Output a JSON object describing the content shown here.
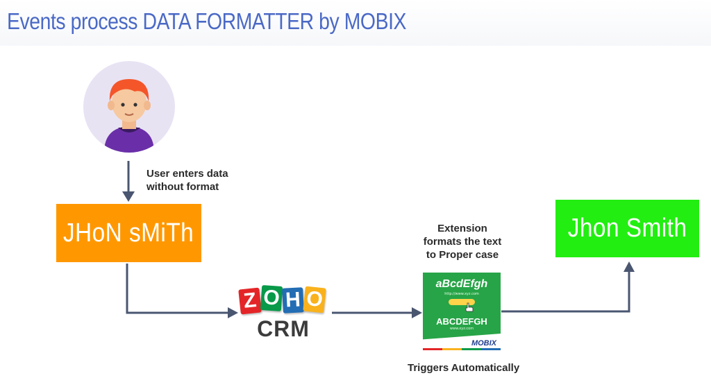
{
  "title": "Events process DATA FORMATTER by MOBIX",
  "user_caption": [
    "User enters data",
    "without format"
  ],
  "input_box": {
    "text": "JHoN sMiTh",
    "color": "#ff9800"
  },
  "crm_logo": {
    "letters": [
      "Z",
      "O",
      "H",
      "O"
    ],
    "product": "CRM"
  },
  "extension_caption": [
    "Extension",
    "formats the text",
    "to Proper case"
  ],
  "extension_card": {
    "top_text": "aBcdEfgh",
    "url_text": "http://www.xyz.com",
    "bottom_text": "ABCDEFGH",
    "bottom_url": "www.xyz.com",
    "brand": "MOBIX",
    "color": "#27a447"
  },
  "trigger_caption": "Triggers Automatically",
  "output_box": {
    "text": "Jhon Smith",
    "color": "#22ee11"
  },
  "connector_color": "#4a5670",
  "icons": {
    "user": "user-avatar-icon",
    "arrow": "arrow-head-icon"
  }
}
